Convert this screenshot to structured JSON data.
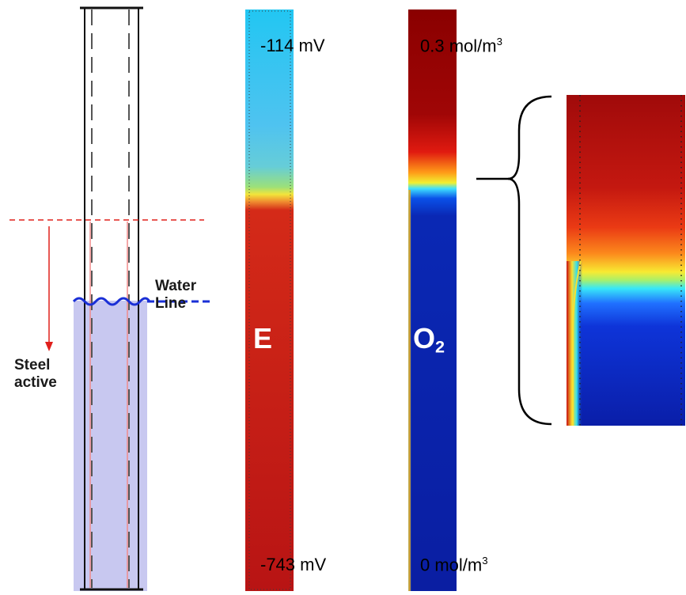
{
  "left_panel": {
    "water_label_line1": "Water",
    "water_label_line2": "Line",
    "steel_label_line1": "Steel",
    "steel_label_line2": "active"
  },
  "potential_column": {
    "symbol": "E",
    "top_value": "-114 mV",
    "bottom_value": "-743 mV"
  },
  "oxygen_column": {
    "symbol_main": "O",
    "symbol_sub": "2",
    "top_value_main": "0.3 mol/m",
    "top_value_sup": "3",
    "bottom_value_main": "0 mol/m",
    "bottom_value_sup": "3"
  },
  "colors": {
    "water_fill": "#c8c8f0",
    "water_line": "#1a2fd6",
    "active_marker": "#e0201c",
    "hot": "#b01010",
    "cold": "#0b1fa8",
    "cyan": "#1cc8f0"
  }
}
